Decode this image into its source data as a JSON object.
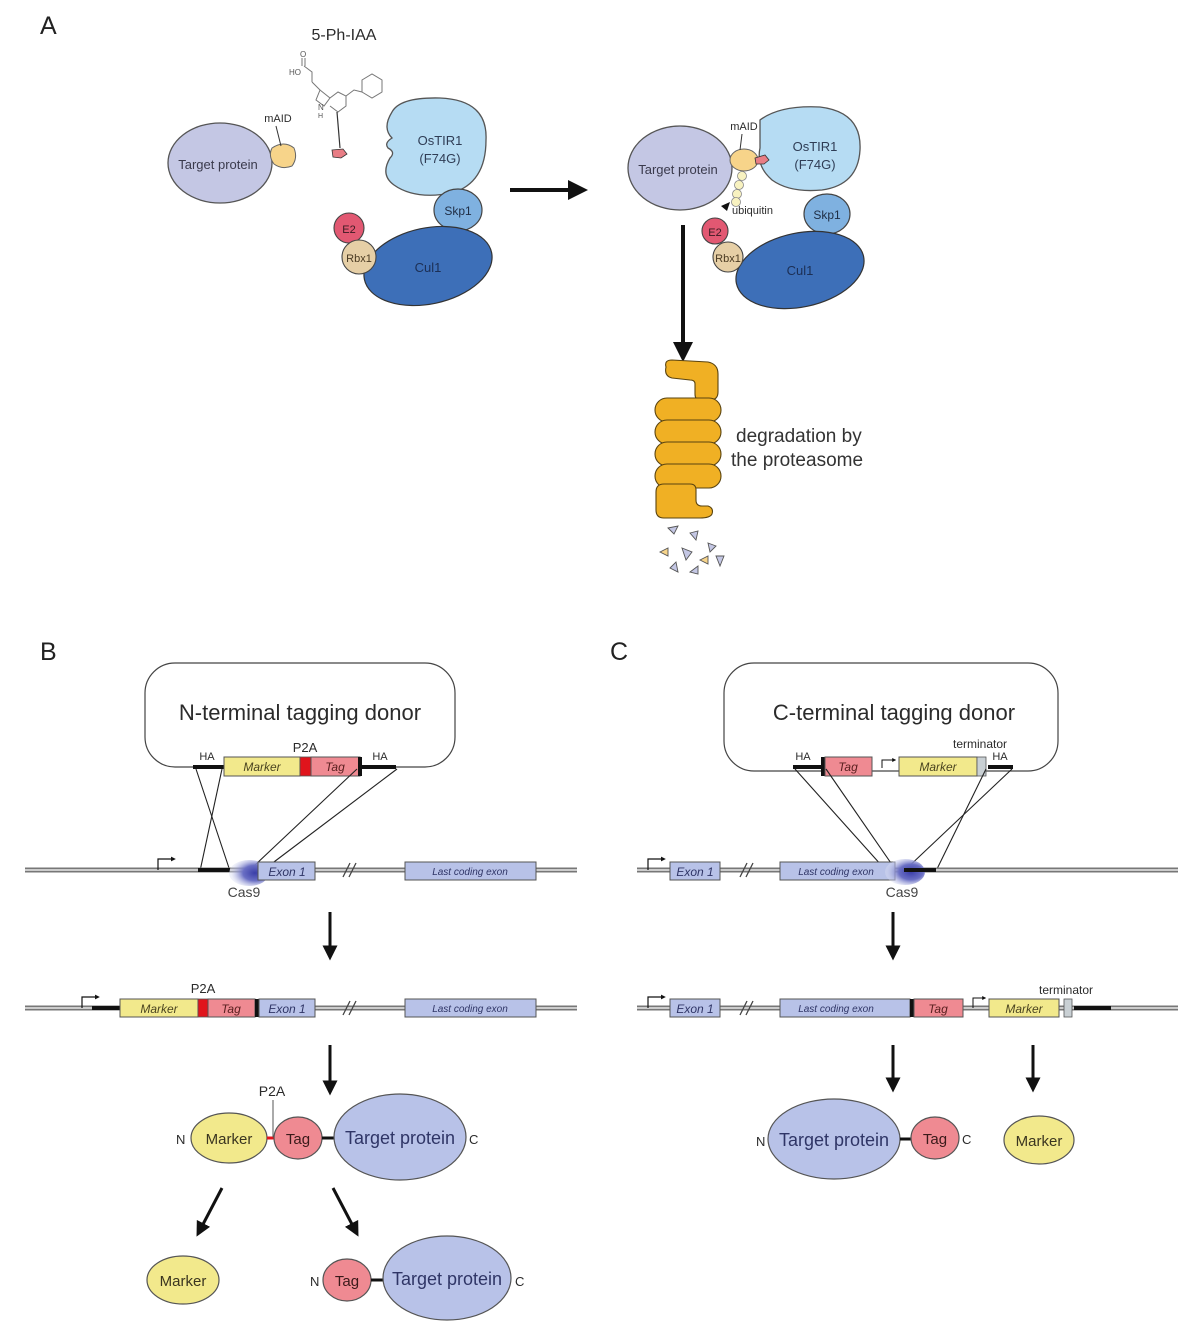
{
  "panels": {
    "a": "A",
    "b": "B",
    "c": "C"
  },
  "colors": {
    "target_protein": "#c4c7e4",
    "maid": "#f7d48a",
    "ostir1": "#b6dcf3",
    "skp1": "#7fb1e0",
    "cul1": "#3d6fb8",
    "e2": "#e25872",
    "rbx1": "#e6cfa6",
    "proteasome": "#f0b024",
    "marker": "#f2e98c",
    "tag": "#ef8a92",
    "p2a": "#e0141c",
    "exon": "#b8c2e8",
    "terminator": "#c9d0d4",
    "arm": "#111111"
  },
  "panel_a": {
    "ligand_name": "5-Ph-IAA",
    "ligand_ho": "HO",
    "ligand_o": "O",
    "ligand_nh": "N",
    "ligand_h": "H",
    "left": {
      "target": "Target protein",
      "maid": "mAID",
      "ostir1_line1": "OsTIR1",
      "ostir1_line2": "(F74G)",
      "skp1": "Skp1",
      "e2": "E2",
      "rbx1": "Rbx1",
      "cul1": "Cul1"
    },
    "right": {
      "target": "Target protein",
      "maid": "mAID",
      "ostir1_line1": "OsTIR1",
      "ostir1_line2": "(F74G)",
      "skp1": "Skp1",
      "ubiquitin": "ubiquitin",
      "e2": "E2",
      "rbx1": "Rbx1",
      "cul1": "Cul1"
    },
    "degradation_line1": "degradation by",
    "degradation_line2": "the proteasome"
  },
  "panel_b": {
    "donor_title": "N-terminal tagging donor",
    "donor": {
      "ha_left": "HA",
      "marker": "Marker",
      "p2a": "P2A",
      "tag": "Tag",
      "ha_right": "HA"
    },
    "locus": {
      "exon1": "Exon 1",
      "last_exon": "Last coding exon",
      "cas9": "Cas9"
    },
    "edited": {
      "p2a": "P2A",
      "marker": "Marker",
      "tag": "Tag",
      "exon1": "Exon 1",
      "last_exon": "Last coding exon"
    },
    "fusion": {
      "n": "N",
      "marker": "Marker",
      "p2a": "P2A",
      "tag": "Tag",
      "target": "Target protein",
      "c": "C"
    },
    "products": {
      "marker": "Marker",
      "n": "N",
      "tag": "Tag",
      "target": "Target protein",
      "c": "C"
    }
  },
  "panel_c": {
    "donor_title": "C-terminal tagging donor",
    "donor": {
      "ha_left": "HA",
      "tag": "Tag",
      "marker": "Marker",
      "terminator": "terminator",
      "ha_right": "HA"
    },
    "locus": {
      "exon1": "Exon 1",
      "last_exon": "Last coding exon",
      "cas9": "Cas9"
    },
    "edited": {
      "exon1": "Exon 1",
      "last_exon": "Last coding exon",
      "tag": "Tag",
      "marker": "Marker",
      "terminator": "terminator"
    },
    "products": {
      "n": "N",
      "target": "Target protein",
      "tag": "Tag",
      "c": "C",
      "marker": "Marker"
    }
  }
}
